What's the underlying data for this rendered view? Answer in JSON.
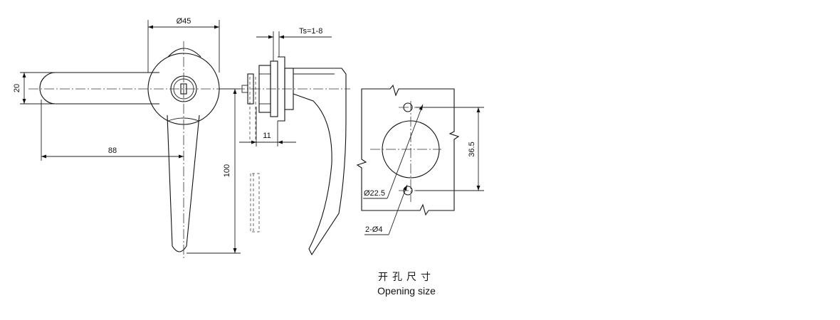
{
  "dimensions": {
    "diameter_45": "Ø45",
    "height_20": "20",
    "length_88": "88",
    "length_100": "100",
    "thickness": "Ts=1-8",
    "depth_11": "11",
    "pitch_36_5": "36.5",
    "hole_22_5": "Ø22.5",
    "holes_2_4": "2-Ø4"
  },
  "caption": {
    "chinese": "开孔尺寸",
    "english": "Opening size"
  },
  "colors": {
    "line": "#111111",
    "background": "#ffffff"
  }
}
